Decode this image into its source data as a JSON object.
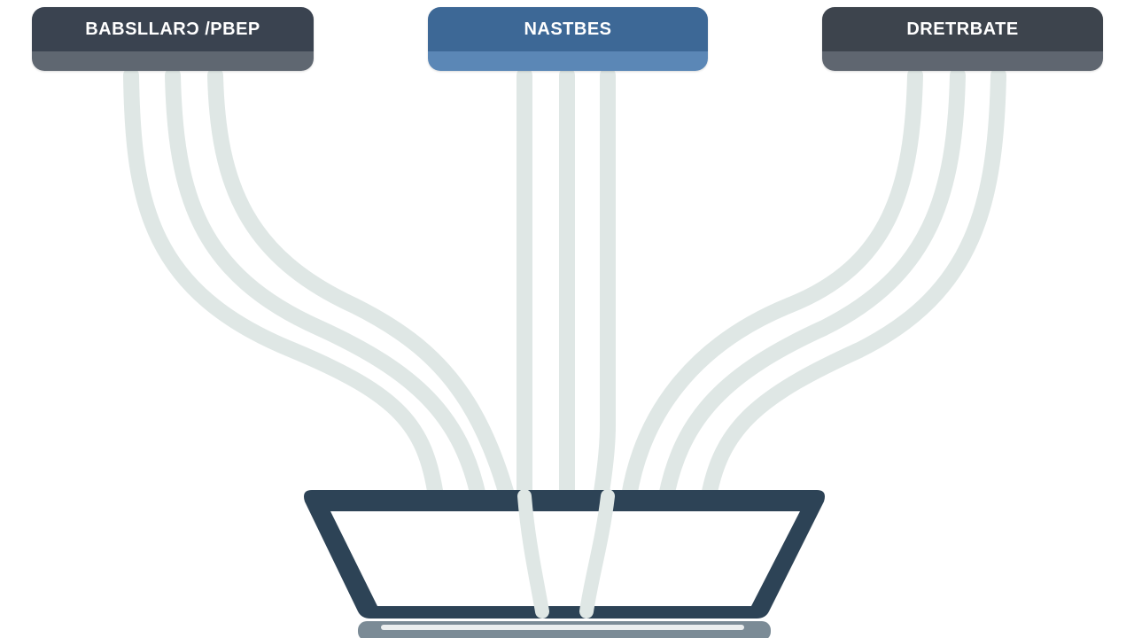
{
  "nodes": {
    "left": {
      "label": "BABSLLARƆ /PBEP",
      "top_color": "#3a4350",
      "strip_color": "#5f6771",
      "text_color": "#ffffff"
    },
    "center": {
      "label": "NASTBES",
      "top_color": "#3d6896",
      "strip_color": "#5b87b6",
      "text_color": "#ffffff"
    },
    "right": {
      "label": "DRETRBATE",
      "top_color": "#3d444d",
      "strip_color": "#5f6670",
      "text_color": "#ffffff"
    }
  },
  "colors": {
    "flow_line": "#dfe7e5",
    "laptop_frame": "#2d4356",
    "laptop_screen": "#ffffff",
    "laptop_base": "#7b8b96"
  }
}
